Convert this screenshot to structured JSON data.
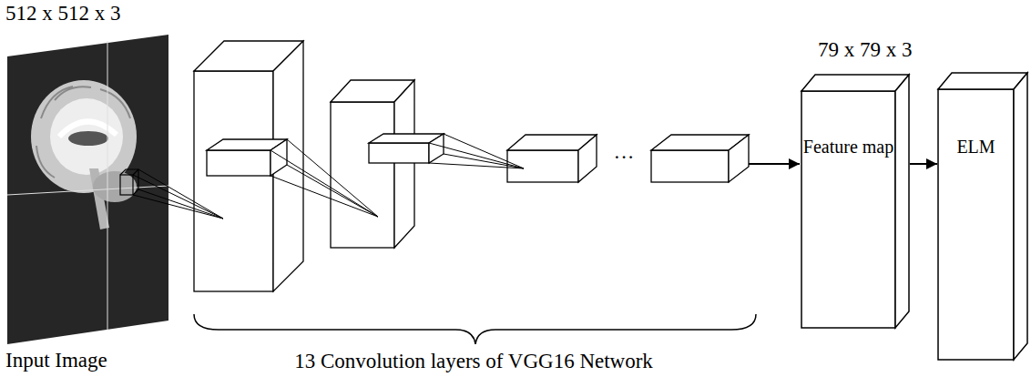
{
  "diagram": {
    "nodes": [
      {
        "text": [
          "512 x 512 x 3",
          "Input Image"
        ]
      },
      {
        "text": [
          "79 x 79 x 3",
          "Feature map"
        ]
      },
      {
        "text": [
          "ELM"
        ]
      }
    ],
    "edges": [
      {
        "from": 1,
        "to": 2,
        "arrow": "to"
      }
    ],
    "labels": [
      "13 Convolution layers of VGG16 Network",
      "···"
    ]
  }
}
